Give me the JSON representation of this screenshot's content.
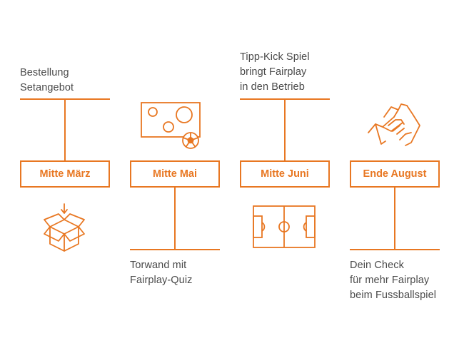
{
  "milestones": [
    {
      "date": "Mitte März",
      "text": "Bestellung\nSetangebot",
      "icon": "package-box-icon"
    },
    {
      "date": "Mitte Mai",
      "text": "Torwand mit\nFairplay-Quiz",
      "icon": "goal-wall-icon"
    },
    {
      "date": "Mitte Juni",
      "text": "Tipp-Kick Spiel\nbringt Fairplay\nin den Betrieb",
      "icon": "football-pitch-icon"
    },
    {
      "date": "Ende August",
      "text": "Dein Check\nfür mehr Fairplay\nbeim Fussballspiel",
      "icon": "handshake-icon"
    }
  ],
  "colors": {
    "accent": "#e87722",
    "text": "#4a4a4a",
    "background": "#ffffff"
  }
}
